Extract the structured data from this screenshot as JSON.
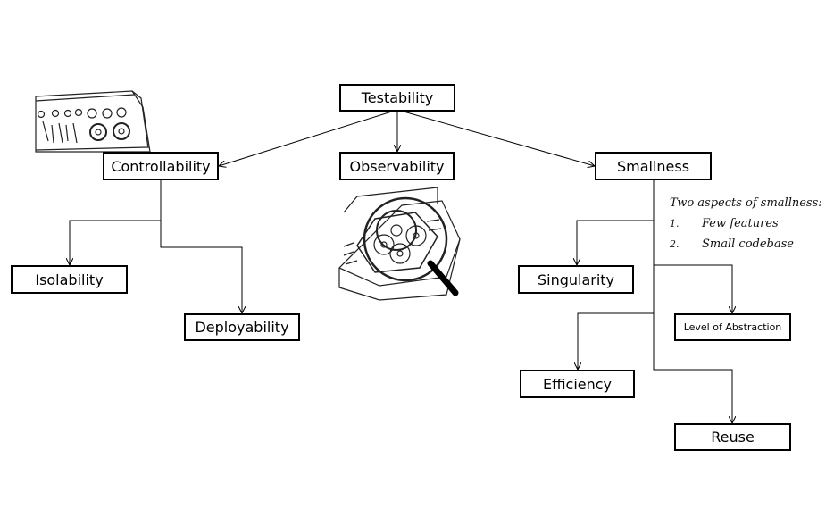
{
  "nodes": {
    "testability": "Testability",
    "controllability": "Controllability",
    "observability": "Observability",
    "smallness": "Smallness",
    "isolability": "Isolability",
    "deployability": "Deployability",
    "singularity": "Singularity",
    "level_of_abstraction": "Level of Abstraction",
    "efficiency": "Efficiency",
    "reuse": "Reuse"
  },
  "note": {
    "title": "Two aspects of smallness:",
    "items": [
      {
        "num": "1.",
        "text": "Few features"
      },
      {
        "num": "2.",
        "text": "Small codebase"
      }
    ]
  },
  "illustrations": [
    "control-panel-sketch",
    "gears-magnifier-sketch"
  ]
}
